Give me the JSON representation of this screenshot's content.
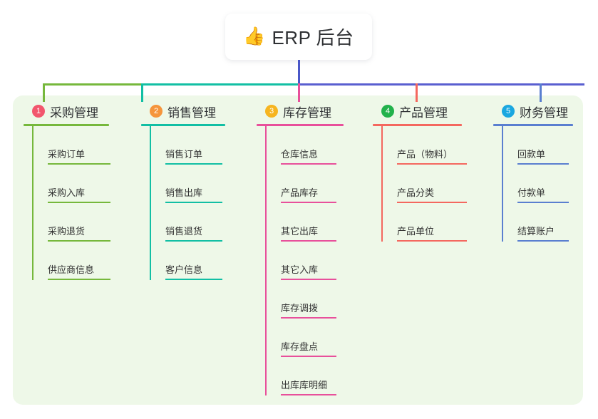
{
  "diagram": {
    "type": "mind-map",
    "title": "ERP 后台",
    "root": {
      "icon": "thumbs-up-icon",
      "emoji": "👍",
      "label": "ERP 后台"
    },
    "colors": {
      "panel_background": "#eef8e8",
      "page_background": "#ffffff",
      "root_card_background": "#ffffff",
      "root_text": "#2e3033",
      "trunk": "#4a57c8",
      "bar_left": "#76b83c",
      "bar_mid": "#12bfa4",
      "bar_right": "#5a5fd0"
    },
    "branches": [
      {
        "number": "1",
        "label": "采购管理",
        "badge_color": "#f2566d",
        "line_color": "#76b83c",
        "items": [
          {
            "label": "采购订单"
          },
          {
            "label": "采购入库"
          },
          {
            "label": "采购退货"
          },
          {
            "label": "供应商信息"
          }
        ]
      },
      {
        "number": "2",
        "label": "销售管理",
        "badge_color": "#f5953c",
        "line_color": "#12bfa4",
        "items": [
          {
            "label": "销售订单"
          },
          {
            "label": "销售出库"
          },
          {
            "label": "销售退货"
          },
          {
            "label": "客户信息"
          }
        ]
      },
      {
        "number": "3",
        "label": "库存管理",
        "badge_color": "#f6b520",
        "line_color": "#e8509b",
        "items": [
          {
            "label": "仓库信息"
          },
          {
            "label": "产品库存"
          },
          {
            "label": "其它出库"
          },
          {
            "label": "其它入库"
          },
          {
            "label": "库存调拨"
          },
          {
            "label": "库存盘点"
          },
          {
            "label": "出库库明细"
          }
        ]
      },
      {
        "number": "4",
        "label": "产品管理",
        "badge_color": "#22b24c",
        "line_color": "#f4685f",
        "items": [
          {
            "label": "产品（物料）"
          },
          {
            "label": "产品分类"
          },
          {
            "label": "产品单位"
          }
        ]
      },
      {
        "number": "5",
        "label": "财务管理",
        "badge_color": "#1aa7e0",
        "line_color": "#5a7fd0",
        "items": [
          {
            "label": "回款单"
          },
          {
            "label": "付款单"
          },
          {
            "label": "结算账户"
          }
        ]
      }
    ]
  }
}
